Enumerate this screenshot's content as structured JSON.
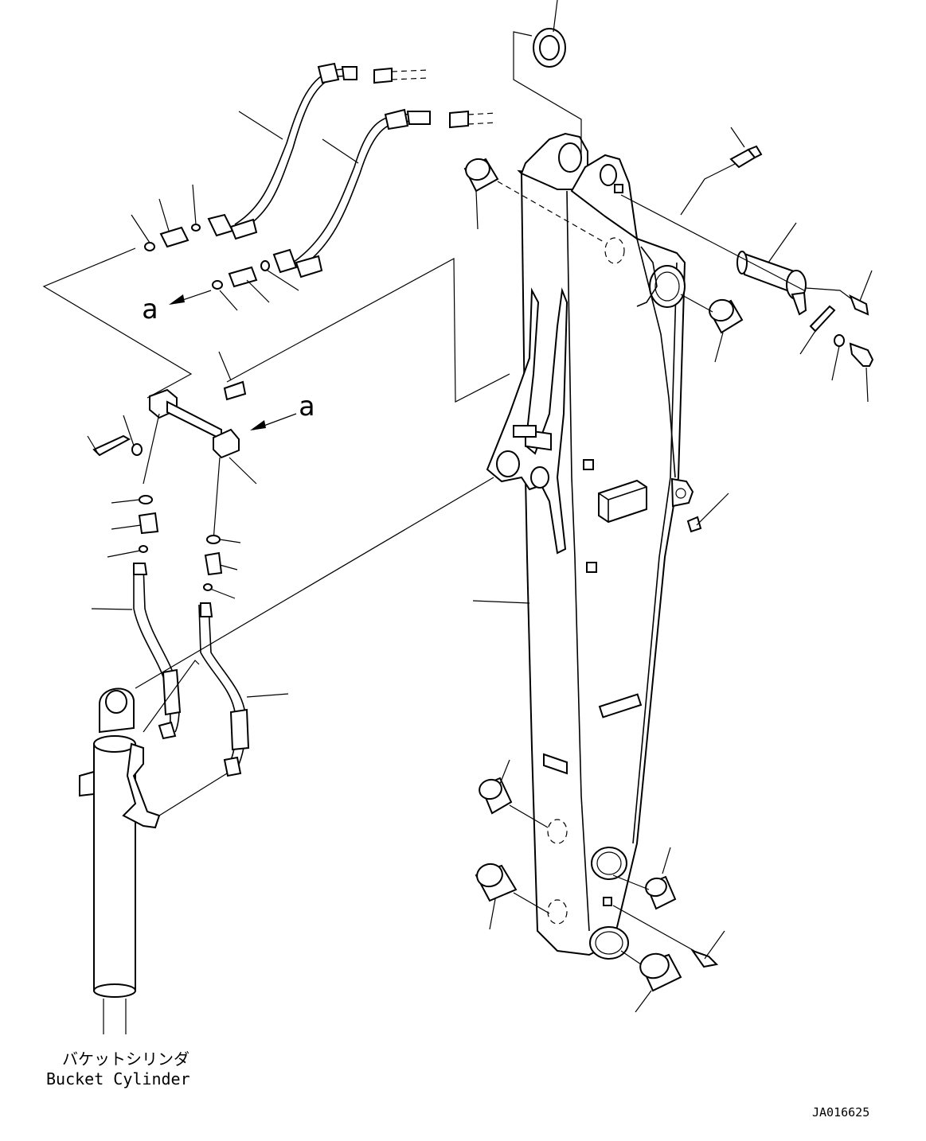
{
  "callouts": {
    "view_letter_top": "a",
    "view_letter_mid": "a"
  },
  "labels": {
    "bucket_cylinder_jp": "バケットシリンダ",
    "bucket_cylinder_en": "Bucket Cylinder"
  },
  "drawing_number": "JA016625"
}
